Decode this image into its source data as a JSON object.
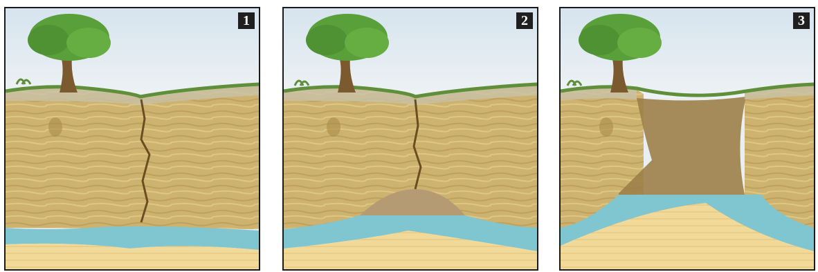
{
  "panels": [
    {
      "number": "1"
    },
    {
      "number": "2"
    },
    {
      "number": "3"
    }
  ],
  "colors": {
    "sky": "#dfe9ef",
    "rock": "#cdb36f",
    "rock_dark": "#a88a48",
    "water": "#7fc6d0",
    "sand": "#f0d89a",
    "grass": "#5f8f3a",
    "tree_foliage": "#5aa03a",
    "trunk": "#7a5a2e",
    "label_bg": "#1f1f1f"
  }
}
